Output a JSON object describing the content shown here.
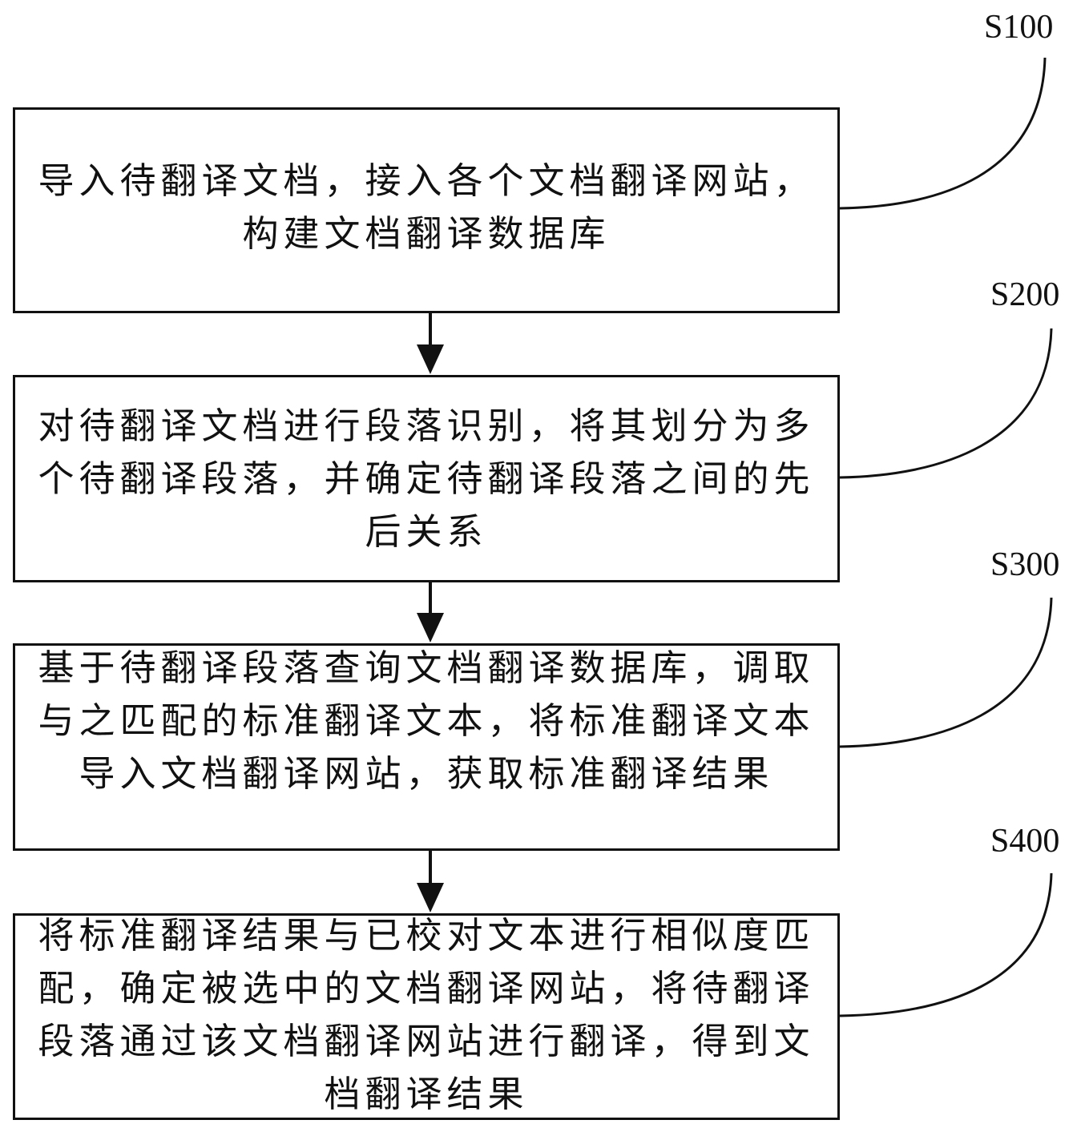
{
  "steps": [
    {
      "label": "S100",
      "text": "导入待翻译文档，接入各个文档翻译网站，构建文档翻译数据库"
    },
    {
      "label": "S200",
      "text": "对待翻译文档进行段落识别，将其划分为多个待翻译段落，并确定待翻译段落之间的先后关系"
    },
    {
      "label": "S300",
      "text": "基于待翻译段落查询文档翻译数据库，调取与之匹配的标准翻译文本，将标准翻译文本导入文档翻译网站，获取标准翻译结果"
    },
    {
      "label": "S400",
      "text": "将标准翻译结果与已校对文本进行相似度匹配，确定被选中的文档翻译网站，将待翻译段落通过该文档翻译网站进行翻译，得到文档翻译结果"
    }
  ]
}
